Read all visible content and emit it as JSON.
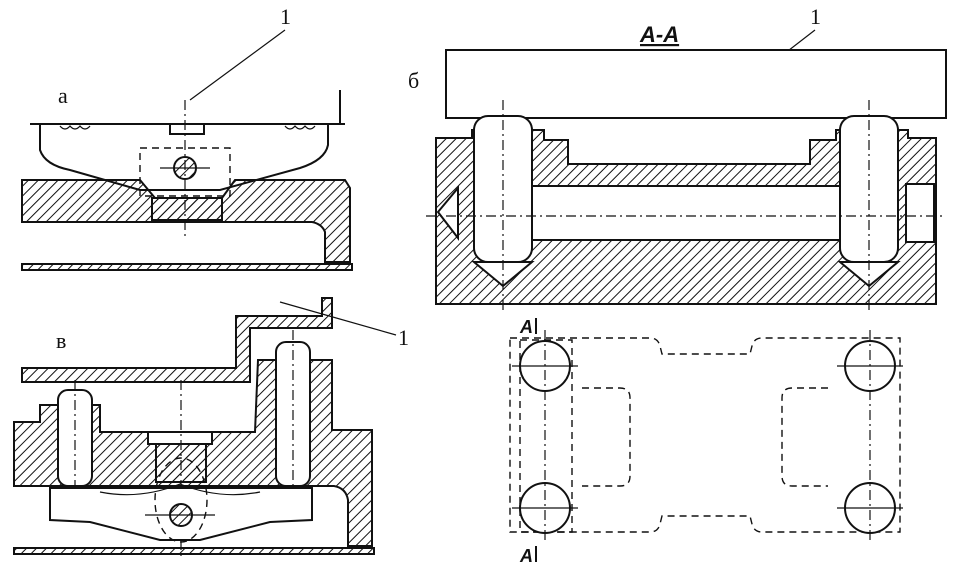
{
  "labels": {
    "view_a": "а",
    "view_b": "б",
    "view_v": "в",
    "section": "А-А",
    "section_mark_top": "А",
    "section_mark_bottom": "А",
    "callout_a": "1",
    "callout_b": "1",
    "callout_v": "1"
  }
}
